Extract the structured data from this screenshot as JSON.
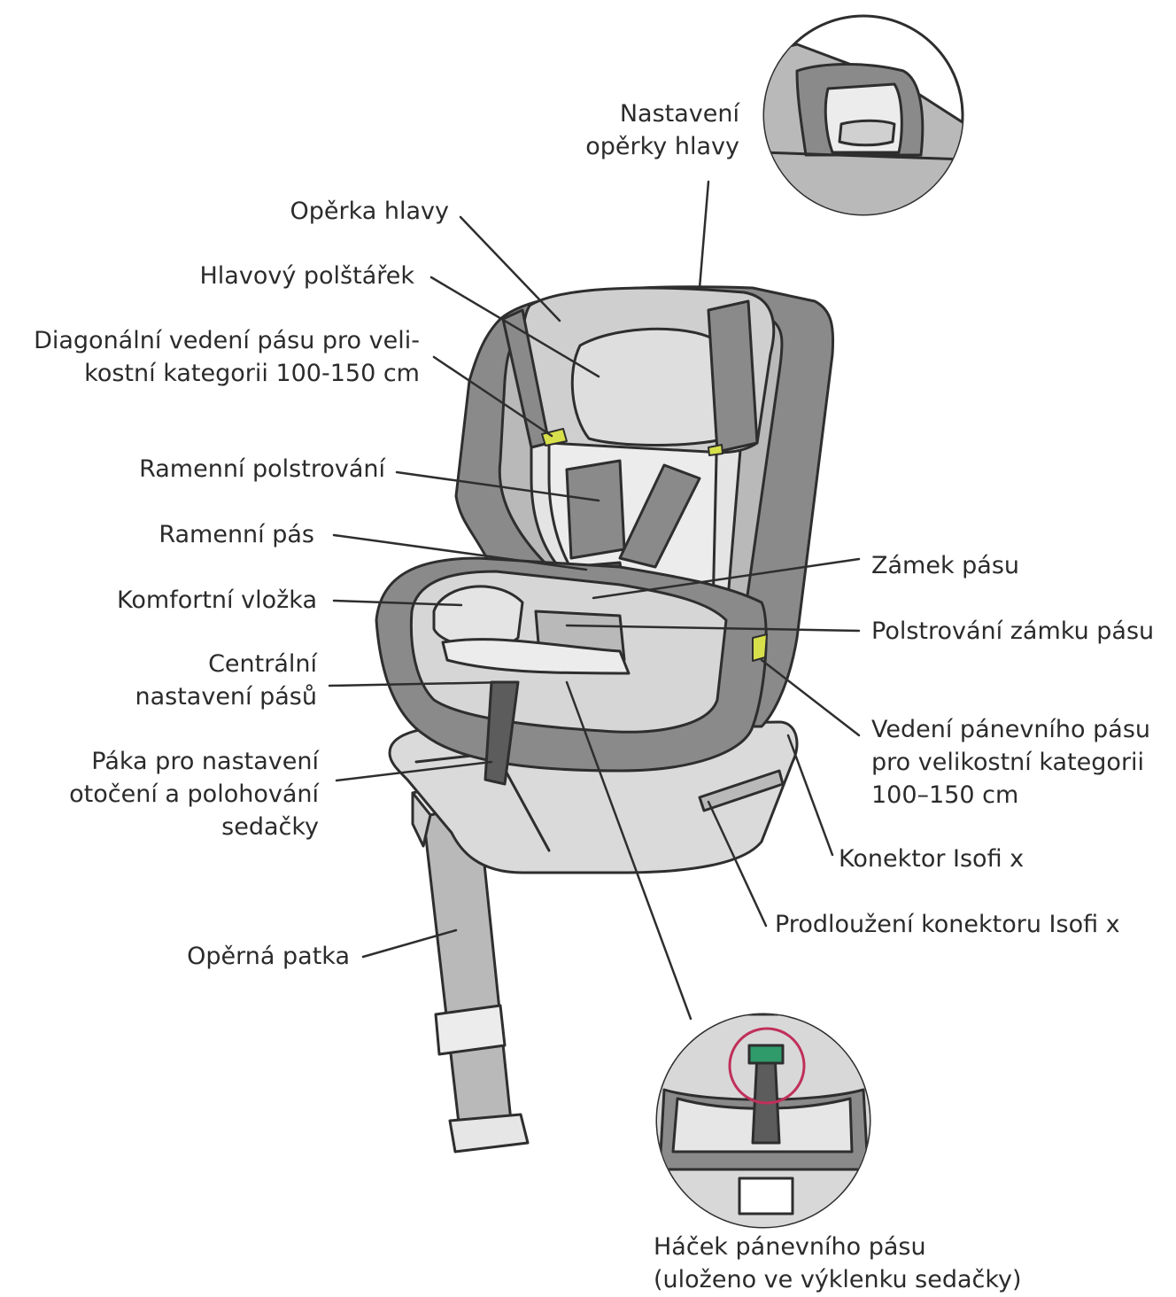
{
  "labels": {
    "headrest_adjustment": [
      "Nastavení",
      "opěrky hlavy"
    ],
    "headrest": "Opěrka hlavy",
    "head_pillow": "Hlavový polštářek",
    "diagonal_belt_guide": [
      "Diagonální vedení pásu pro veli-",
      "kostní kategorii 100-150 cm"
    ],
    "shoulder_padding": "Ramenní polstrování",
    "shoulder_belt": "Ramenní pás",
    "comfort_insert": "Komfortní vložka",
    "central_belt_adjustment": [
      "Centrální",
      "nastavení pásů"
    ],
    "rotation_lever": [
      "Páka pro nastavení",
      "otočení a polohování",
      "sedačky"
    ],
    "support_leg": "Opěrná patka",
    "buckle": "Zámek pásu",
    "buckle_padding": "Polstrování zámku pásu",
    "lap_belt_guide": [
      "Vedení pánevního pásu",
      "pro velikostní kategorii",
      "100–150 cm"
    ],
    "isofix_connector": "Konektor Isofi x",
    "isofix_extension": "Prodloužení konektoru Isofi x",
    "lap_belt_hook": [
      "Háček pánevního pásu",
      "(uloženo ve výklenku sedačky)"
    ]
  },
  "colors": {
    "text": "#2b2b2b",
    "outline": "#2e2e2e",
    "dark_gray": "#8a8a8a",
    "mid_gray": "#b9b9b9",
    "light_gray": "#dadada",
    "pale": "#ececec",
    "accent_yellow": "#d7e04a",
    "accent_red": "#c0305a",
    "accent_green": "#2f9a6a"
  }
}
